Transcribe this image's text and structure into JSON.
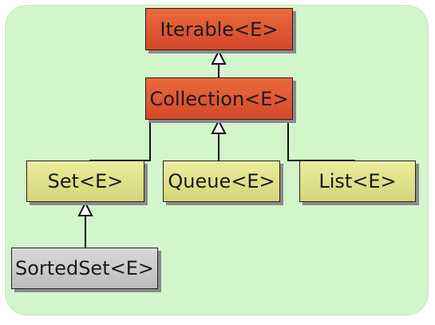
{
  "diagram": {
    "nodes": [
      {
        "id": "iterable",
        "label": "Iterable<E>",
        "style": "orange"
      },
      {
        "id": "collection",
        "label": "Collection<E>",
        "style": "orange"
      },
      {
        "id": "set",
        "label": "Set<E>",
        "style": "yellow"
      },
      {
        "id": "queue",
        "label": "Queue<E>",
        "style": "yellow"
      },
      {
        "id": "list",
        "label": "List<E>",
        "style": "yellow"
      },
      {
        "id": "sortedset",
        "label": "SortedSet<E>",
        "style": "gray"
      }
    ],
    "edges": [
      {
        "from": "collection",
        "to": "iterable",
        "arrow": "hollow-triangle"
      },
      {
        "from": "set",
        "to": "collection",
        "arrow": "none"
      },
      {
        "from": "queue",
        "to": "collection",
        "arrow": "hollow-triangle"
      },
      {
        "from": "list",
        "to": "collection",
        "arrow": "none"
      },
      {
        "from": "sortedset",
        "to": "set",
        "arrow": "hollow-triangle"
      }
    ],
    "colors": {
      "background": "#d3f5cc",
      "orange_node": "#e05a32",
      "yellow_node": "#e2e28c",
      "gray_node": "#cccccc"
    }
  }
}
